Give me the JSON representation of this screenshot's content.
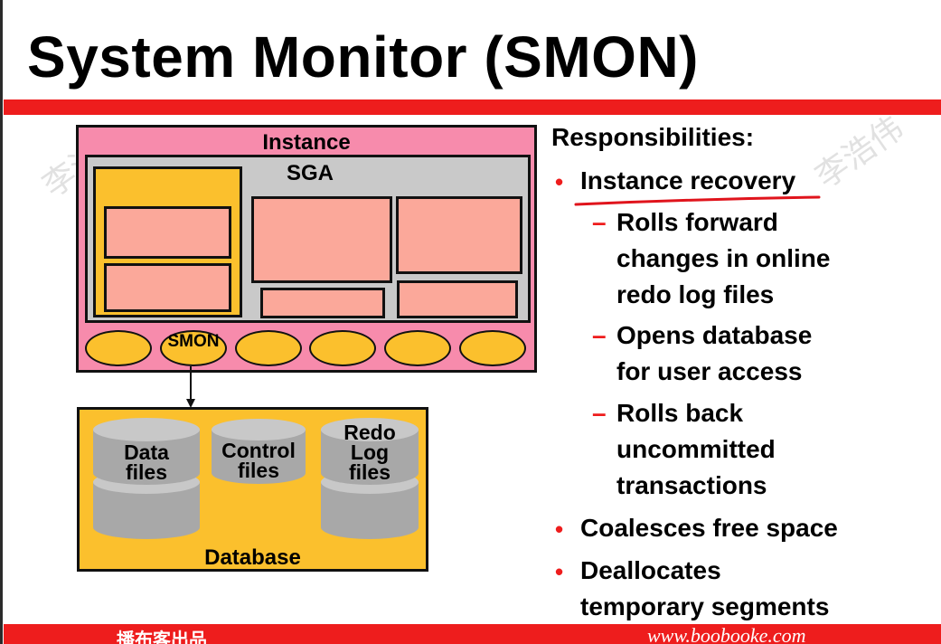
{
  "title": "System Monitor (SMON)",
  "watermarks": [
    "李浩伟",
    "李浩伟"
  ],
  "diagram": {
    "instance_label": "Instance",
    "sga_label": "SGA",
    "process_label": "SMON",
    "files": {
      "data": [
        "Data",
        "files"
      ],
      "control": [
        "Control",
        "files"
      ],
      "redo": [
        "Redo",
        "Log",
        "files"
      ]
    },
    "database_label": "Database"
  },
  "responsibilities": {
    "heading": "Responsibilities:",
    "instance_recovery": "Instance recovery",
    "sub1": [
      "Rolls forward",
      "changes in online",
      "redo log files"
    ],
    "sub2": [
      "Opens database",
      "for user access"
    ],
    "sub3": [
      "Rolls back",
      "uncommitted",
      "transactions"
    ],
    "coalesces": "Coalesces free space",
    "deallocates": [
      "Deallocates",
      "temporary segments"
    ]
  },
  "footer": {
    "left": "播布客出品",
    "right": "www.boobooke.com"
  },
  "colors": {
    "accent_red": "#ee1d1d",
    "instance_pink": "#f78bac",
    "sga_gray": "#c9c9c9",
    "yellow": "#fbc02d",
    "buffer_salmon": "#fba89a"
  }
}
